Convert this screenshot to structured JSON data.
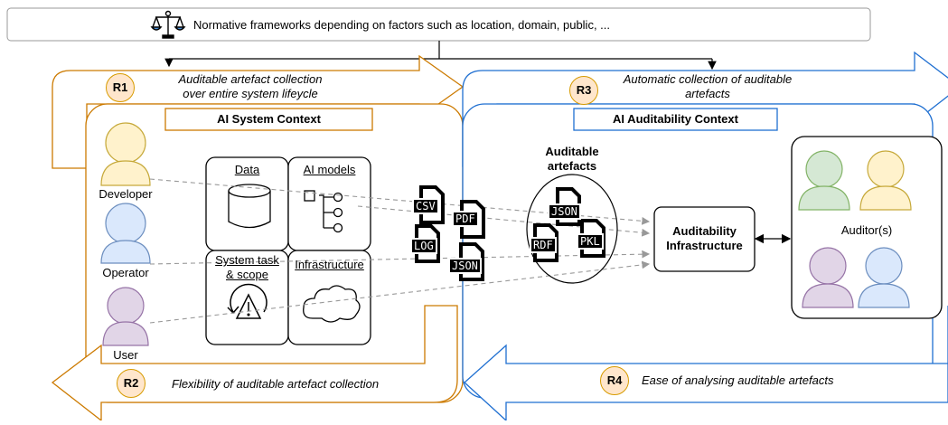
{
  "header": {
    "text": "Normative frameworks depending on factors such as location, domain, public, ..."
  },
  "requirements": [
    {
      "id": "R1",
      "text": "Auditable artefact collection\nover entire system lifeycle"
    },
    {
      "id": "R2",
      "text": "Flexibility of auditable artefact collection"
    },
    {
      "id": "R3",
      "text": "Automatic collection of  auditable\nartefacts"
    },
    {
      "id": "R4",
      "text": "Ease of analysing auditable artefacts"
    }
  ],
  "contexts": {
    "system": "AI System Context",
    "auditability": "AI Auditability Context"
  },
  "actors": {
    "developer": "Developer",
    "operator": "Operator",
    "user": "User",
    "auditors": "Auditor(s)"
  },
  "components": {
    "data": "Data",
    "ai_models": "AI models",
    "system_task": "System task\n& scope",
    "infrastructure": "Infrastructure"
  },
  "artefacts": {
    "title": "Auditable\nartefacts",
    "floating": [
      "CSV",
      "PDF",
      "LOG",
      "JSON"
    ],
    "collected": [
      "JSON",
      "RDF",
      "PKL"
    ]
  },
  "infrastructure_box": "Auditability\nInfrastructure",
  "colors": {
    "orange_frame": "#cc7a00",
    "blue_frame": "#1f6fd1",
    "badge_fill": "#ffe6cc",
    "badge_stroke": "#d79b00",
    "developer": "#fff2cc",
    "operator": "#dae8fc",
    "user": "#e1d5e7",
    "auditor_green": "#d5e8d4"
  },
  "icons": [
    "scales-icon",
    "database-icon",
    "tree-icon",
    "warning-icon",
    "cloud-icon",
    "file-icon",
    "person-icon"
  ]
}
